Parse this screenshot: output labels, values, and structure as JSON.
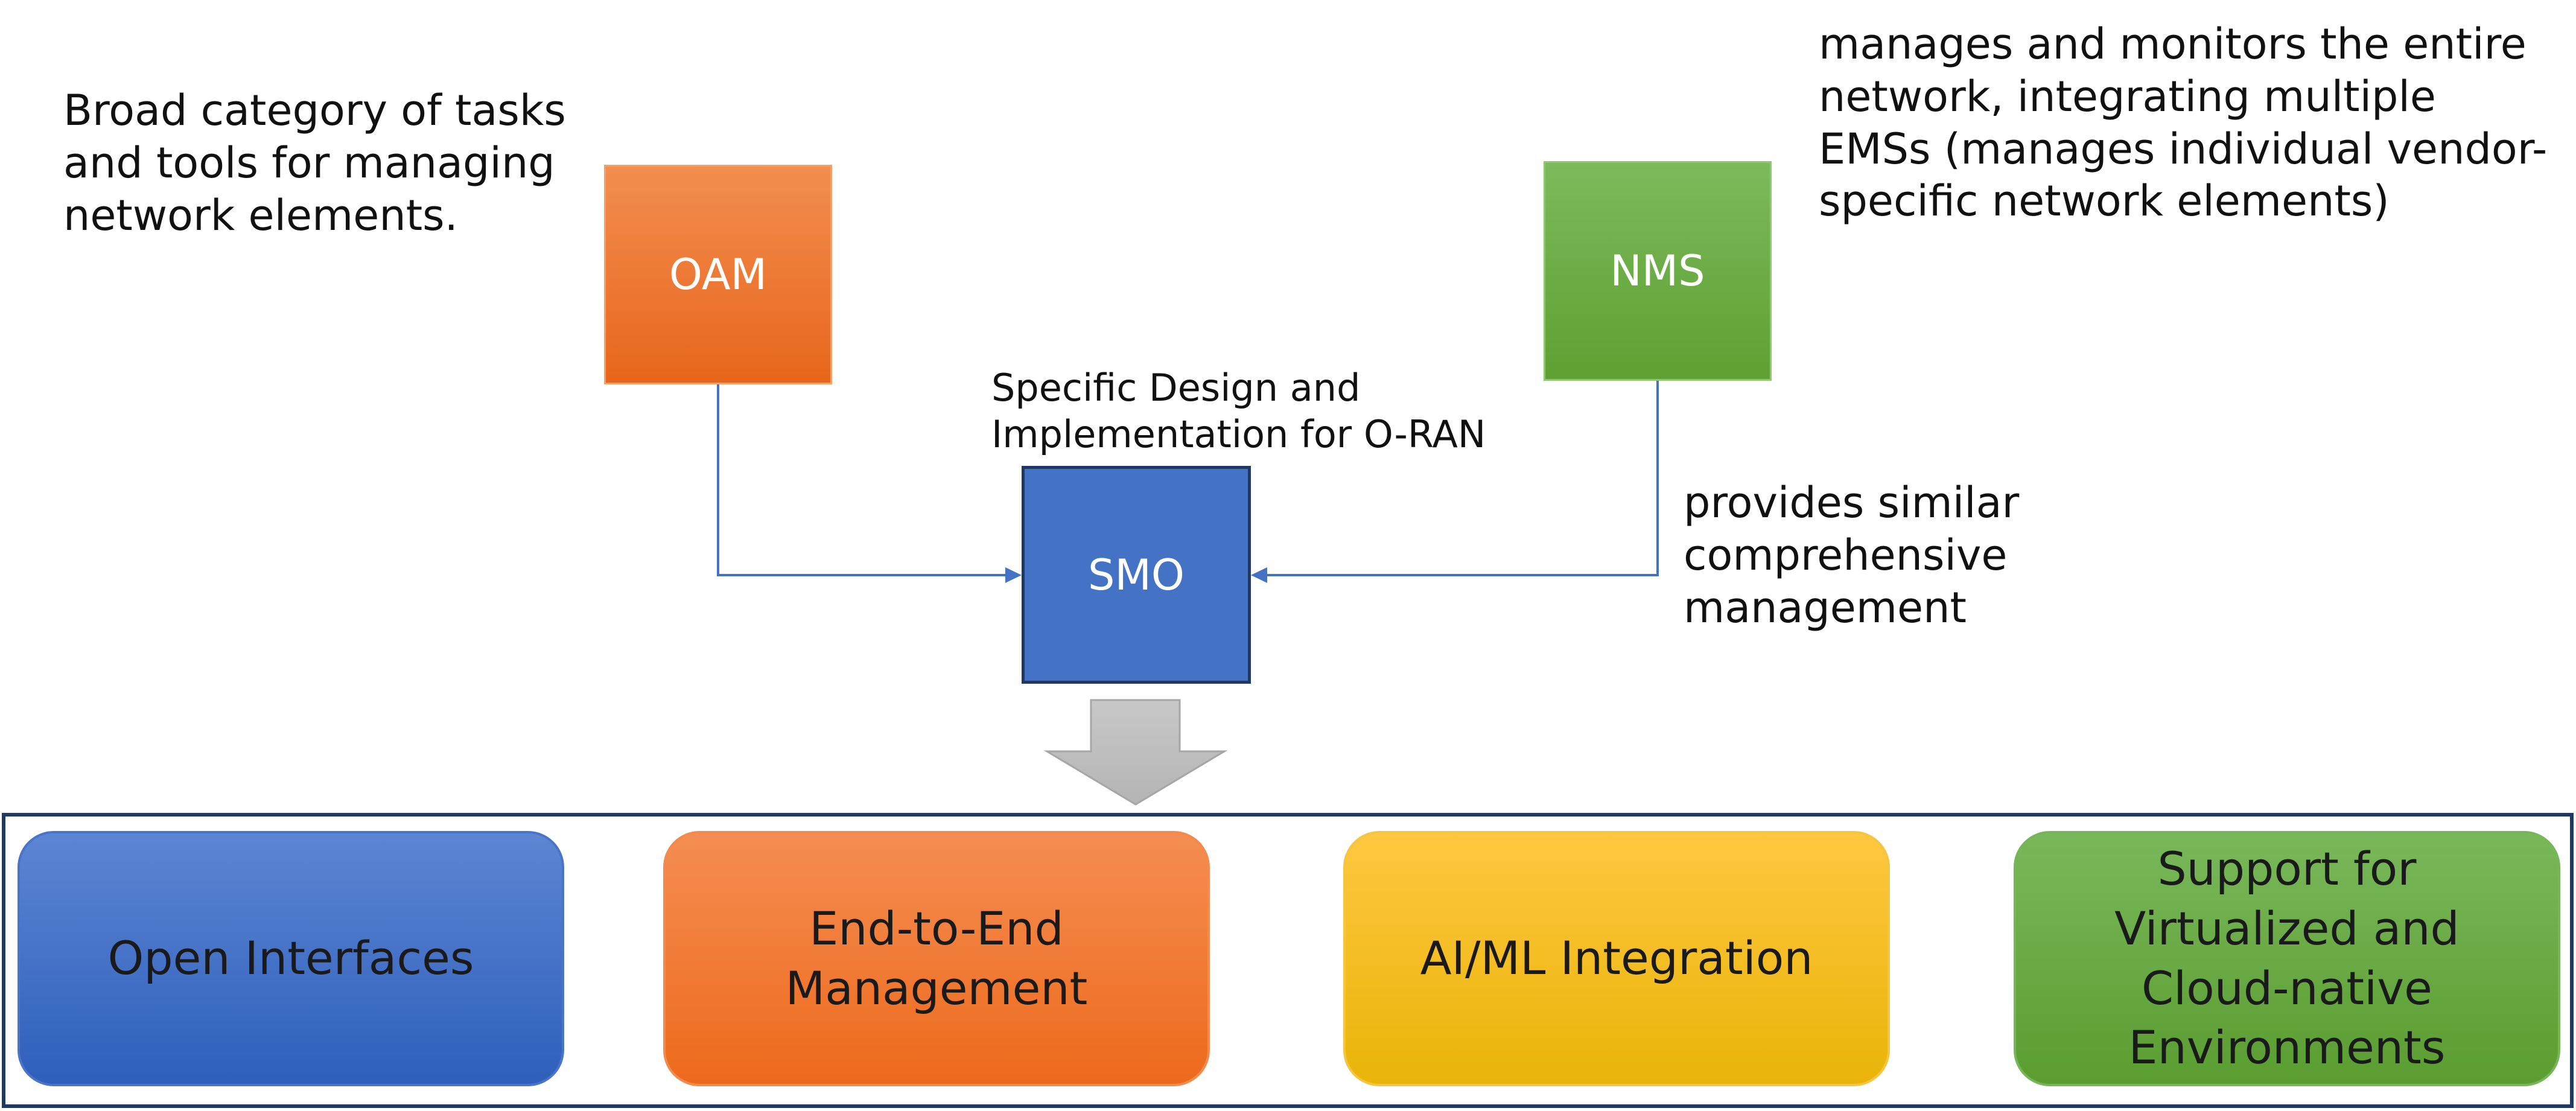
{
  "notes": {
    "oam_desc": "Broad category of tasks\nand tools for managing\nnetwork elements.",
    "nms_desc": "manages and monitors the entire\nnetwork, integrating multiple\nEMSs (manages individual vendor-\nspecific network elements)",
    "smo_desc": "Specific Design and\nImplementation for O-RAN",
    "nms_smo_desc": "provides similar\ncomprehensive\nmanagement"
  },
  "boxes": {
    "oam": "OAM",
    "nms": "NMS",
    "smo": "SMO"
  },
  "capabilities": [
    {
      "label": "Open Interfaces"
    },
    {
      "label": "End-to-End\nManagement"
    },
    {
      "label": "AI/ML Integration"
    },
    {
      "label": "Support for\nVirtualized and\nCloud-native\nEnvironments"
    }
  ],
  "colors": {
    "oam": "#ED7D31",
    "nms": "#70AD47",
    "smo": "#4472C4",
    "ai_ml": "#FFC000",
    "connector": "#4472C4",
    "panel_border": "#1F3864",
    "down_arrow": "#BFBFBF"
  }
}
